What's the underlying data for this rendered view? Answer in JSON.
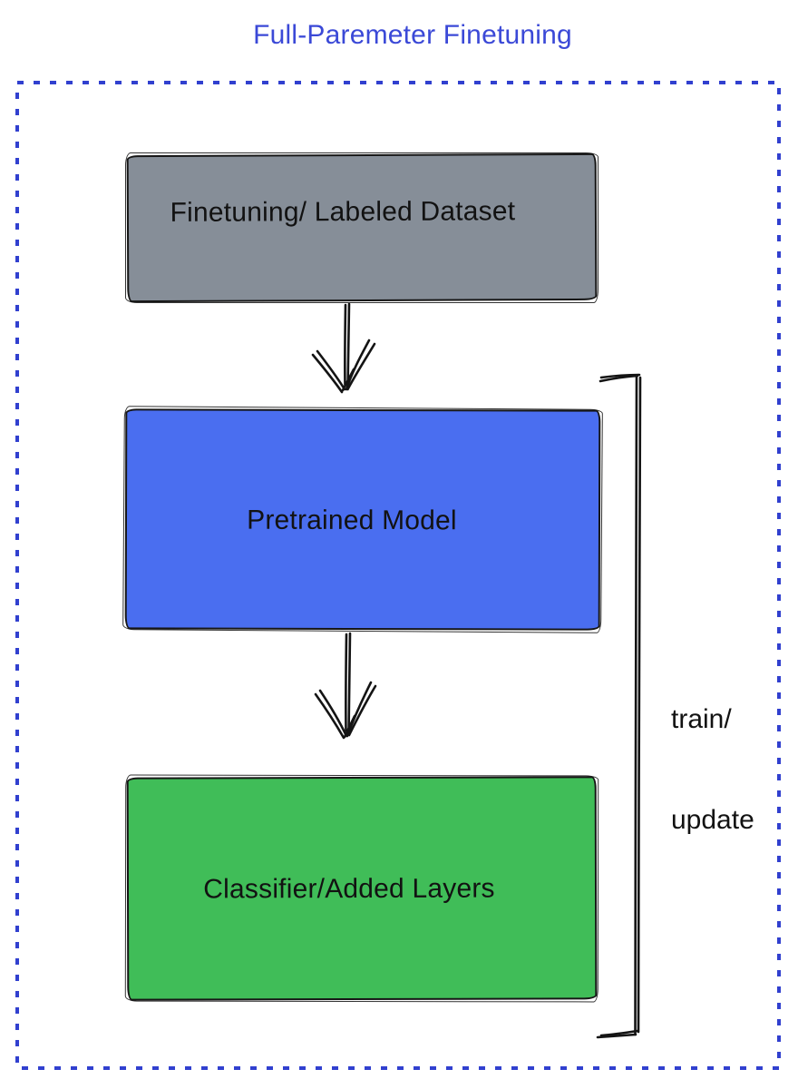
{
  "title": {
    "text": "Full-Paremeter Finetuning"
  },
  "colors": {
    "title_blue": "#3b49d7",
    "dashed_border_blue": "#3140cf",
    "sketch_stroke_black": "#141414",
    "dataset_gray": "#868e98",
    "pretrained_blue": "#4a6ef0",
    "classifier_green": "#40bd58"
  },
  "boxes": [
    {
      "id": "finetuning-dataset",
      "label": "Finetuning/ Labeled Dataset",
      "fill": "#868e98"
    },
    {
      "id": "pretrained-model",
      "label": "Pretrained Model",
      "fill": "#4a6ef0"
    },
    {
      "id": "classifier-layers",
      "label": "Classifier/Added Layers",
      "fill": "#40bd58"
    }
  ],
  "bracket": {
    "line1": "train/",
    "line2": "update"
  }
}
